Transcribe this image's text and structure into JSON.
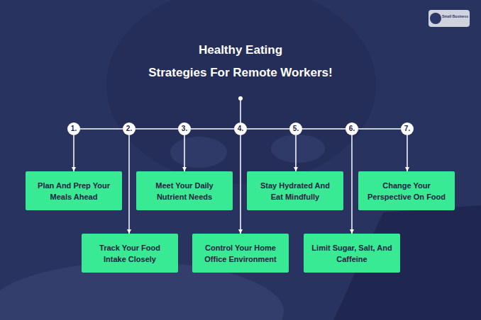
{
  "diagram": {
    "title": "Healthy Eating Strategies For Remote Workers!",
    "nodes": [
      {
        "text": [
          "1."
        ]
      },
      {
        "text": [
          "2."
        ]
      },
      {
        "text": [
          "3."
        ]
      },
      {
        "text": [
          "4."
        ]
      },
      {
        "text": [
          "5."
        ]
      },
      {
        "text": [
          "6."
        ]
      },
      {
        "text": [
          "7."
        ]
      },
      {
        "text": [
          "Plan And Prep Your Meals Ahead"
        ]
      },
      {
        "text": [
          "Track Your Food Intake Closely"
        ]
      },
      {
        "text": [
          "Meet Your Daily Nutrient Needs"
        ]
      },
      {
        "text": [
          "Control Your Home Office Environment"
        ]
      },
      {
        "text": [
          "Stay Hydrated And Eat Mindfully"
        ]
      },
      {
        "text": [
          "Limit Sugar, Salt, And Caffeine"
        ]
      },
      {
        "text": [
          "Change Your Perspective On Food"
        ]
      }
    ],
    "edges": [
      {
        "from": 0,
        "to": 7,
        "arrow": "to"
      },
      {
        "from": 1,
        "to": 8,
        "arrow": "to"
      },
      {
        "from": 2,
        "to": 9,
        "arrow": "to"
      },
      {
        "from": 3,
        "to": 10,
        "arrow": "to"
      },
      {
        "from": 4,
        "to": 11,
        "arrow": "to"
      },
      {
        "from": 5,
        "to": 12,
        "arrow": "to"
      },
      {
        "from": 6,
        "to": 13,
        "arrow": "to"
      },
      {
        "from": 0,
        "to": 1,
        "arrow": "none"
      },
      {
        "from": 1,
        "to": 2,
        "arrow": "none"
      },
      {
        "from": 2,
        "to": 3,
        "arrow": "none"
      },
      {
        "from": 3,
        "to": 4,
        "arrow": "none"
      },
      {
        "from": 4,
        "to": 5,
        "arrow": "none"
      },
      {
        "from": 5,
        "to": 6,
        "arrow": "none"
      }
    ],
    "labels": [
      "Small Business"
    ]
  }
}
